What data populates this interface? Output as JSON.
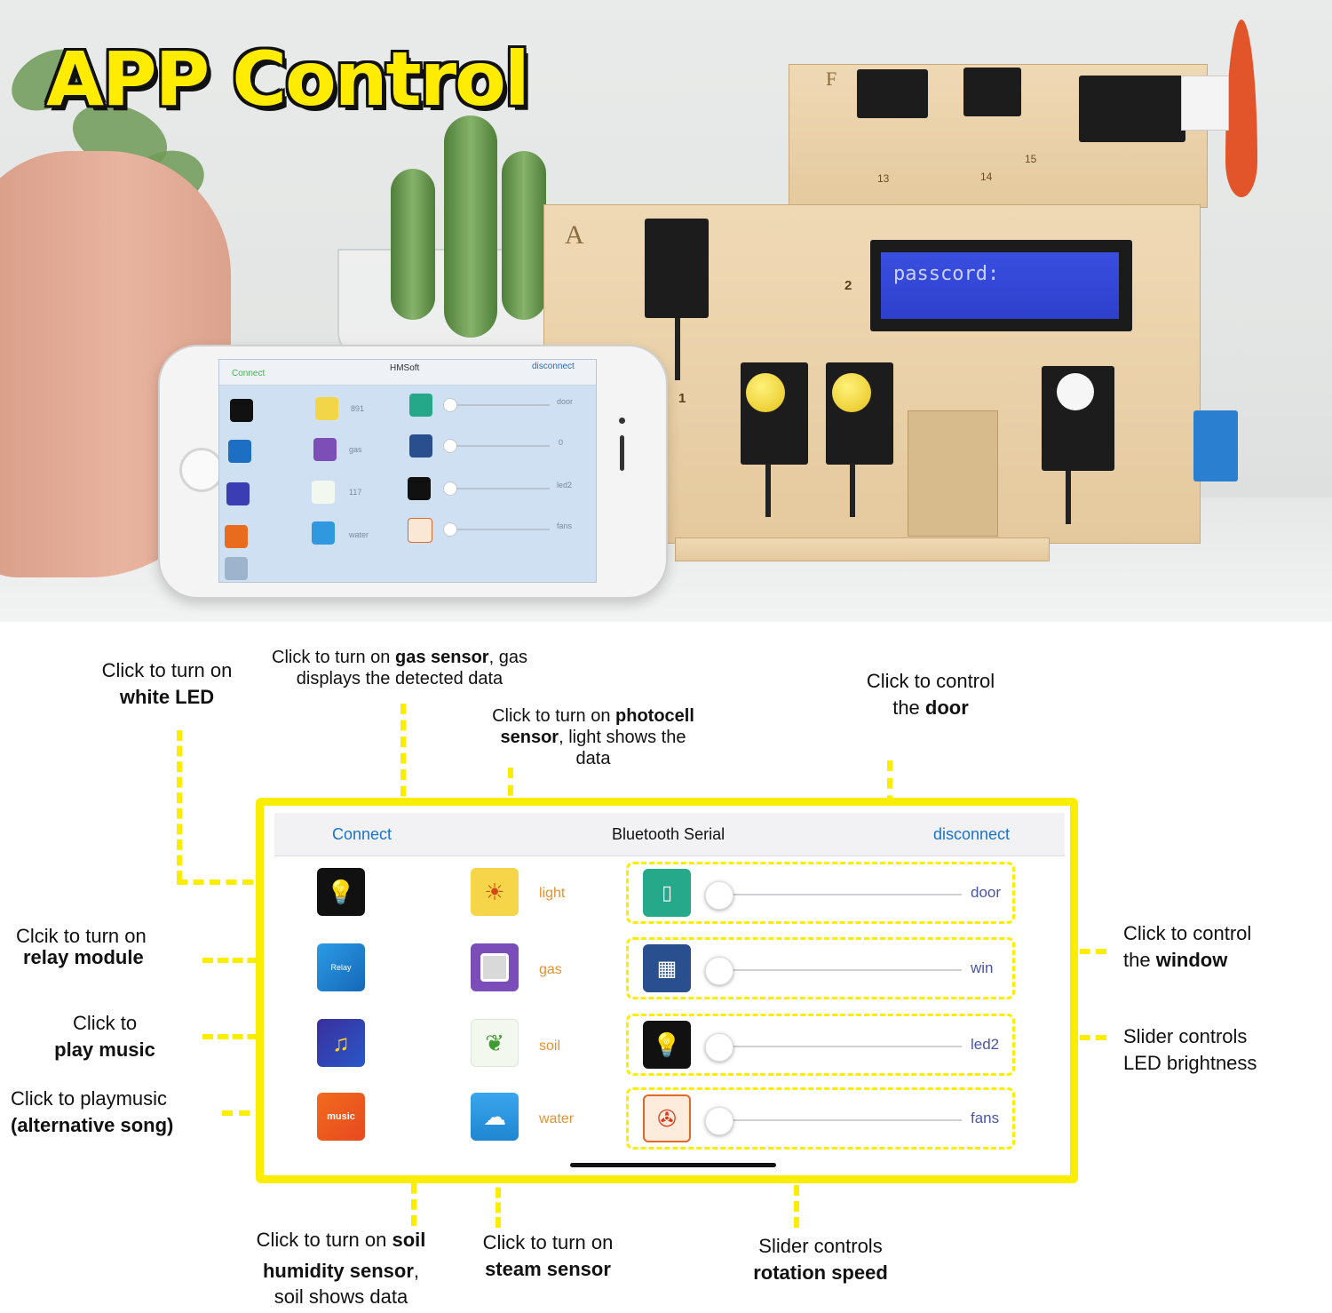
{
  "photo": {
    "title": "APP Control",
    "lcd_text": "passcord:",
    "board_letter_a": "A",
    "board_letter_f": "F",
    "markers": [
      "1",
      "2",
      "13",
      "14",
      "15"
    ],
    "phone": {
      "connect": "Connect",
      "title": "HMSoft",
      "disconnect": "disconnect",
      "readings": [
        "891",
        "gas",
        "117",
        "water"
      ],
      "slider_labels": [
        "door",
        "0",
        "led2",
        "fans"
      ]
    }
  },
  "app": {
    "connect": "Connect",
    "title": "Bluetooth Serial",
    "disconnect": "disconnect",
    "sensor_labels": [
      "light",
      "gas",
      "soil",
      "water"
    ],
    "slider_labels": [
      "door",
      "win",
      "led2",
      "fans"
    ],
    "relay_icon_text": "Relay",
    "music_icon_text": "music",
    "colors": {
      "link": "#1a73c9",
      "sensor_label": "#e8912f",
      "slider_label": "#4a55a8",
      "highlight": "#fbed00"
    },
    "icons": [
      "led-icon",
      "relay-icon",
      "music-icon",
      "music-alt-icon",
      "light-sensor-icon",
      "gas-sensor-icon",
      "soil-sensor-icon",
      "water-sensor-icon",
      "door-icon",
      "window-icon",
      "led2-icon",
      "fan-icon"
    ]
  },
  "notes": {
    "white_led": {
      "pre": "Click to turn on",
      "bold": "white LED"
    },
    "gas": {
      "pre": "Click to turn on ",
      "bold": "gas sensor",
      "post": ", gas",
      "line2": "displays the detected data"
    },
    "photocell": {
      "pre": "Click to turn on ",
      "bold": "photocell",
      "bold2": "sensor",
      "post": ", light shows the",
      "line3": "data"
    },
    "door": {
      "line1": "Click to control",
      "pre": "the ",
      "bold": "door"
    },
    "relay": {
      "line1": "Clcik to turn on",
      "bold": "relay module"
    },
    "music": {
      "line1": "Click to",
      "bold": "play music"
    },
    "music_alt": {
      "line1": "Click to playmusic",
      "bold": "(alternative song)"
    },
    "window": {
      "line1": "Click to control",
      "pre": "the ",
      "bold": "window"
    },
    "led_brightness": {
      "line1": "Slider controls",
      "line2": "LED brightness"
    },
    "soil": {
      "pre": "Click to turn on ",
      "bold": "soil",
      "bold2": "humidity sensor",
      "post": ",",
      "line3": "soil shows data"
    },
    "steam": {
      "line1": "Click to turn on",
      "bold": "steam sensor"
    },
    "rotation": {
      "line1": "Slider controls",
      "bold": "rotation speed"
    }
  }
}
